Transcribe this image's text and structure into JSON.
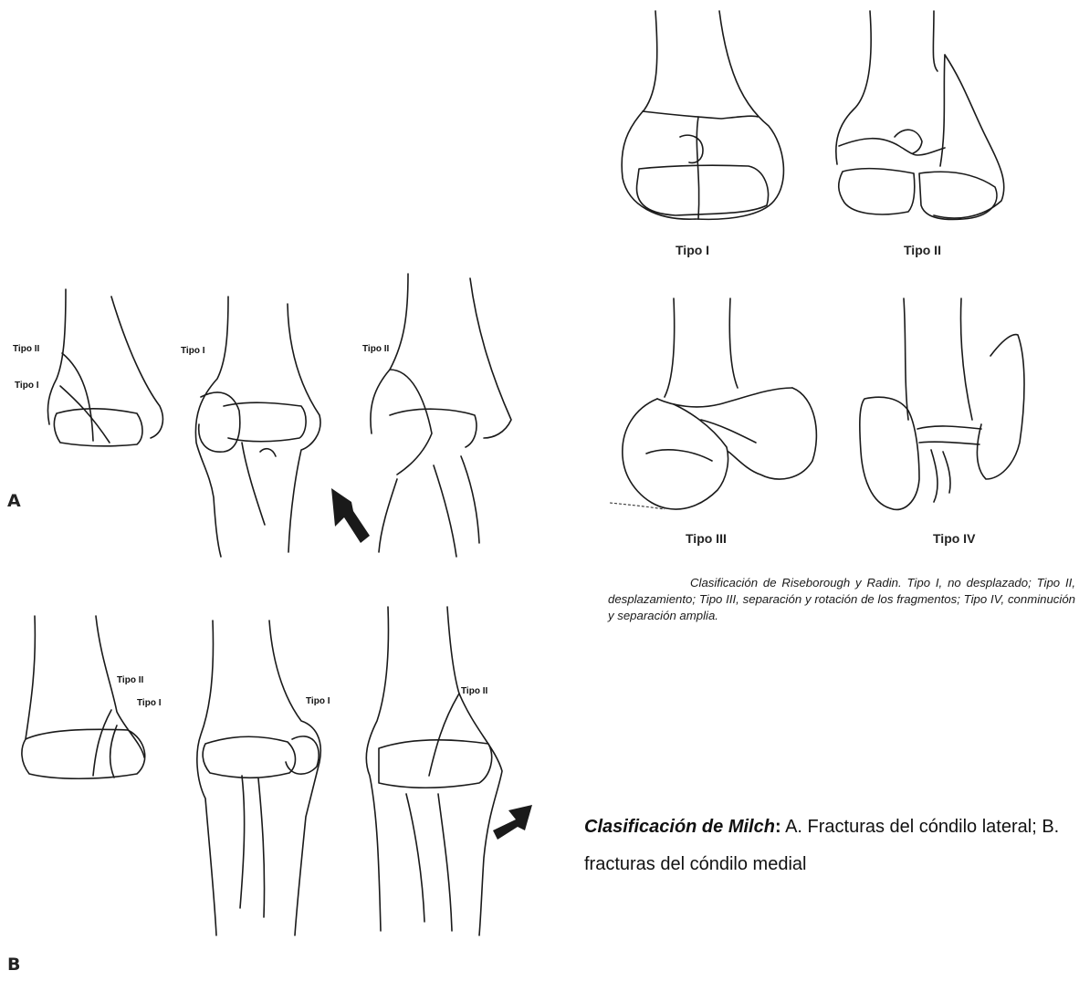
{
  "riseborough": {
    "panels": [
      {
        "id": "tipo-1",
        "label": "Tipo I"
      },
      {
        "id": "tipo-2",
        "label": "Tipo II"
      },
      {
        "id": "tipo-3",
        "label": "Tipo III"
      },
      {
        "id": "tipo-4",
        "label": "Tipo IV"
      }
    ],
    "caption": "Clasificación de Riseborough y Radin. Tipo I, no desplazado; Tipo II, desplazamiento; Tipo III, separación y rotación de los fragmentos; Tipo IV, conminución y separación amplia."
  },
  "milch": {
    "row_a": {
      "letter": "A",
      "labels": {
        "p1_tipo2": "Tipo II",
        "p1_tipo1": "Tipo I",
        "p2_tipo1": "Tipo I",
        "p3_tipo2": "Tipo II"
      }
    },
    "row_b": {
      "letter": "B",
      "labels": {
        "p1_tipo2": "Tipo II",
        "p1_tipo1": "Tipo I",
        "p2_tipo1": "Tipo I",
        "p3_tipo2": "Tipo II"
      }
    },
    "caption_title": "Clasificación de Milch",
    "caption_colon": ":",
    "caption_text": " A. Fracturas del cóndilo lateral; B. fracturas del cóndilo medial"
  }
}
